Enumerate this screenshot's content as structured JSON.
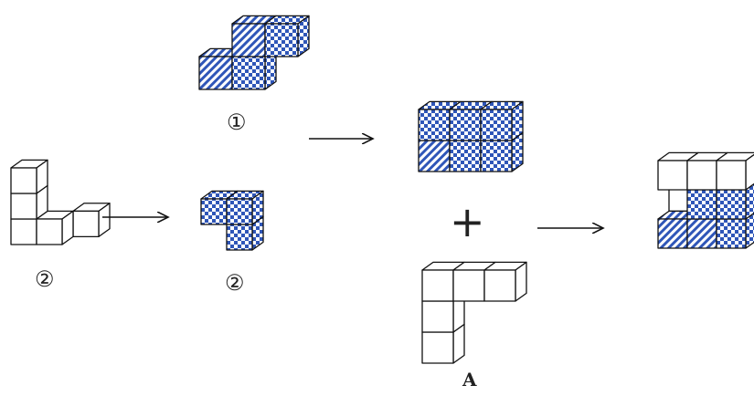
{
  "labels": {
    "piece1": "①",
    "piece2_left": "②",
    "piece2_right": "②",
    "plus": "+",
    "answer": "A"
  },
  "colors": {
    "pattern_blue": "#2f56b8",
    "edge": "#111111",
    "empty_face": "#ffffff",
    "arrow": "#111111"
  },
  "patterns": [
    "stripe",
    "checker",
    "empty"
  ]
}
